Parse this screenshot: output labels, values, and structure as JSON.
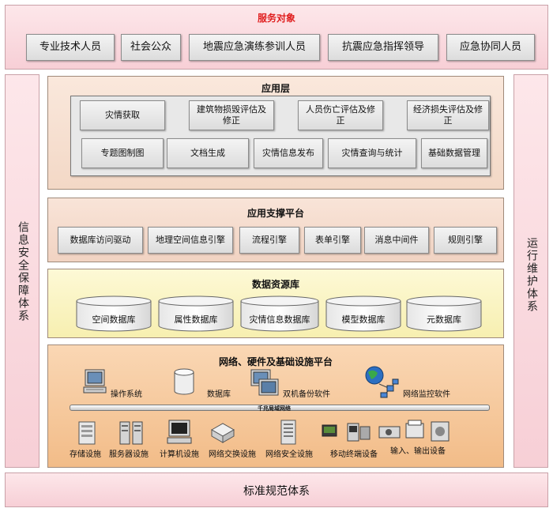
{
  "service": {
    "title": "服务对象",
    "items": [
      "专业技术人员",
      "社会公众",
      "地震应急演练参训人员",
      "抗震应急指挥领导",
      "应急协同人员"
    ]
  },
  "left_side": {
    "label": "信息安全保障体系"
  },
  "right_side": {
    "label": "运行维护体系"
  },
  "application": {
    "title": "应用层",
    "row1": [
      "灾情获取",
      "建筑物损毁评估及修正",
      "人员伤亡评估及修正",
      "经济损失评估及修正"
    ],
    "row2": [
      "专题图制图",
      "文档生成",
      "灾情信息发布",
      "灾情查询与统计",
      "基础数据管理"
    ]
  },
  "support": {
    "title": "应用支撑平台",
    "items": [
      "数据库访问驱动",
      "地理空间信息引擎",
      "流程引擎",
      "表单引擎",
      "消息中间件",
      "规则引擎"
    ]
  },
  "database": {
    "title": "数据资源库",
    "items": [
      "空间数据库",
      "属性数据库",
      "灾情信息数据库",
      "模型数据库",
      "元数据库"
    ]
  },
  "infra": {
    "title": "网络、硬件及基础设施平台",
    "top_items": [
      "操作系统",
      "数据库",
      "双机备份软件",
      "网络监控软件"
    ],
    "network_label": "千兆局域网络",
    "bottom_items": [
      "存储设施",
      "服务器设施",
      "计算机设施",
      "网络交换设施",
      "网络安全设施",
      "移动终端设备",
      "输入、输出设备"
    ]
  },
  "footer": {
    "label": "标准规范体系"
  },
  "colors": {
    "service_title": "#e02020",
    "app_bg": "#f7e3d6",
    "support_bg": "#f7e0d4",
    "database_bg": "#fbf6c8",
    "infra_bg": "#f6c99a"
  }
}
